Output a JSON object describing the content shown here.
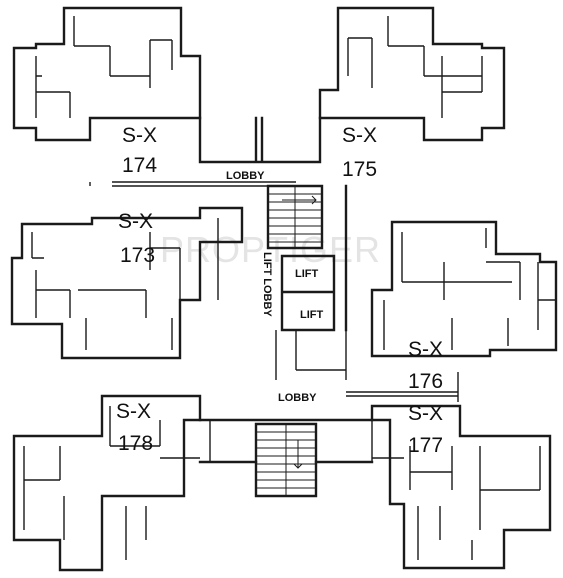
{
  "watermark": "PROPTIGER",
  "units": {
    "u174": {
      "code": "S-X",
      "number": "174"
    },
    "u175": {
      "code": "S-X",
      "number": "175"
    },
    "u173": {
      "code": "S-X",
      "number": "173"
    },
    "u176": {
      "code": "S-X",
      "number": "176"
    },
    "u177": {
      "code": "S-X",
      "number": "177"
    },
    "u178": {
      "code": "S-X",
      "number": "178"
    }
  },
  "labels": {
    "lobby_top": "LOBBY",
    "lobby_bottom": "LOBBY",
    "lift_lobby": "LIFT LOBBY",
    "lift_1": "LIFT",
    "lift_2": "LIFT"
  }
}
